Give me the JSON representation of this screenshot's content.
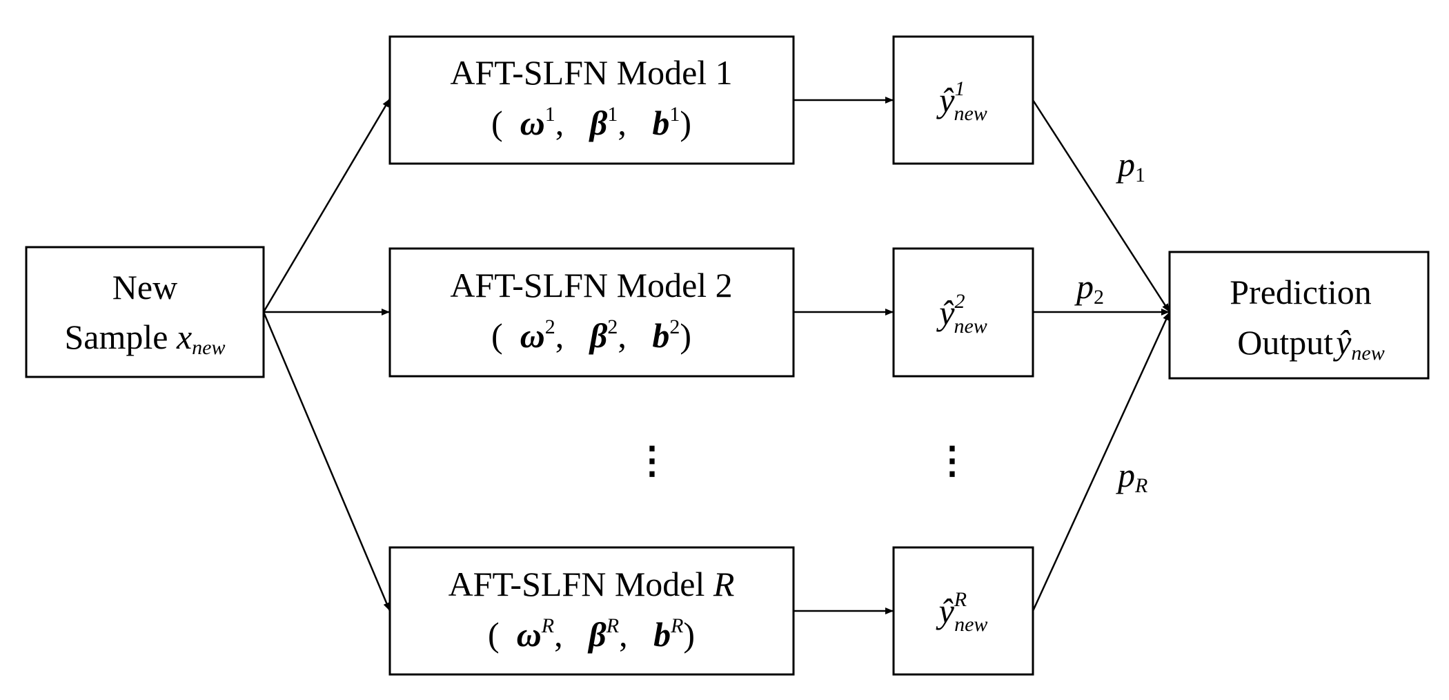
{
  "input": {
    "line1": "New",
    "line2": "Sample",
    "var": "x",
    "var_sub": "new"
  },
  "models": [
    {
      "title": "AFT-SLFN Model",
      "index": "1",
      "open": "(",
      "omega": "ω",
      "beta": "β",
      "b": "b",
      "sup": "1",
      "sep": ",",
      "close": ")",
      "yhat": "ŷ",
      "yhat_sub": "new",
      "weight": "p",
      "weight_sub": "1"
    },
    {
      "title": "AFT-SLFN Model",
      "index": "2",
      "open": "(",
      "omega": "ω",
      "beta": "β",
      "b": "b",
      "sup": "2",
      "sep": ",",
      "close": ")",
      "yhat": "ŷ",
      "yhat_sub": "new",
      "weight": "p",
      "weight_sub": "2"
    },
    {
      "title": "AFT-SLFN Model",
      "index": "R",
      "open": "(",
      "omega": "ω",
      "beta": "β",
      "b": "b",
      "sup": "R",
      "sep": ",",
      "close": ")",
      "yhat": "ŷ",
      "yhat_sub": "new",
      "weight": "p",
      "weight_sub": "R"
    }
  ],
  "ellipsis": "⋮",
  "output": {
    "line1": "Prediction",
    "line2": "Output",
    "var": "ŷ",
    "var_sub": "new"
  }
}
